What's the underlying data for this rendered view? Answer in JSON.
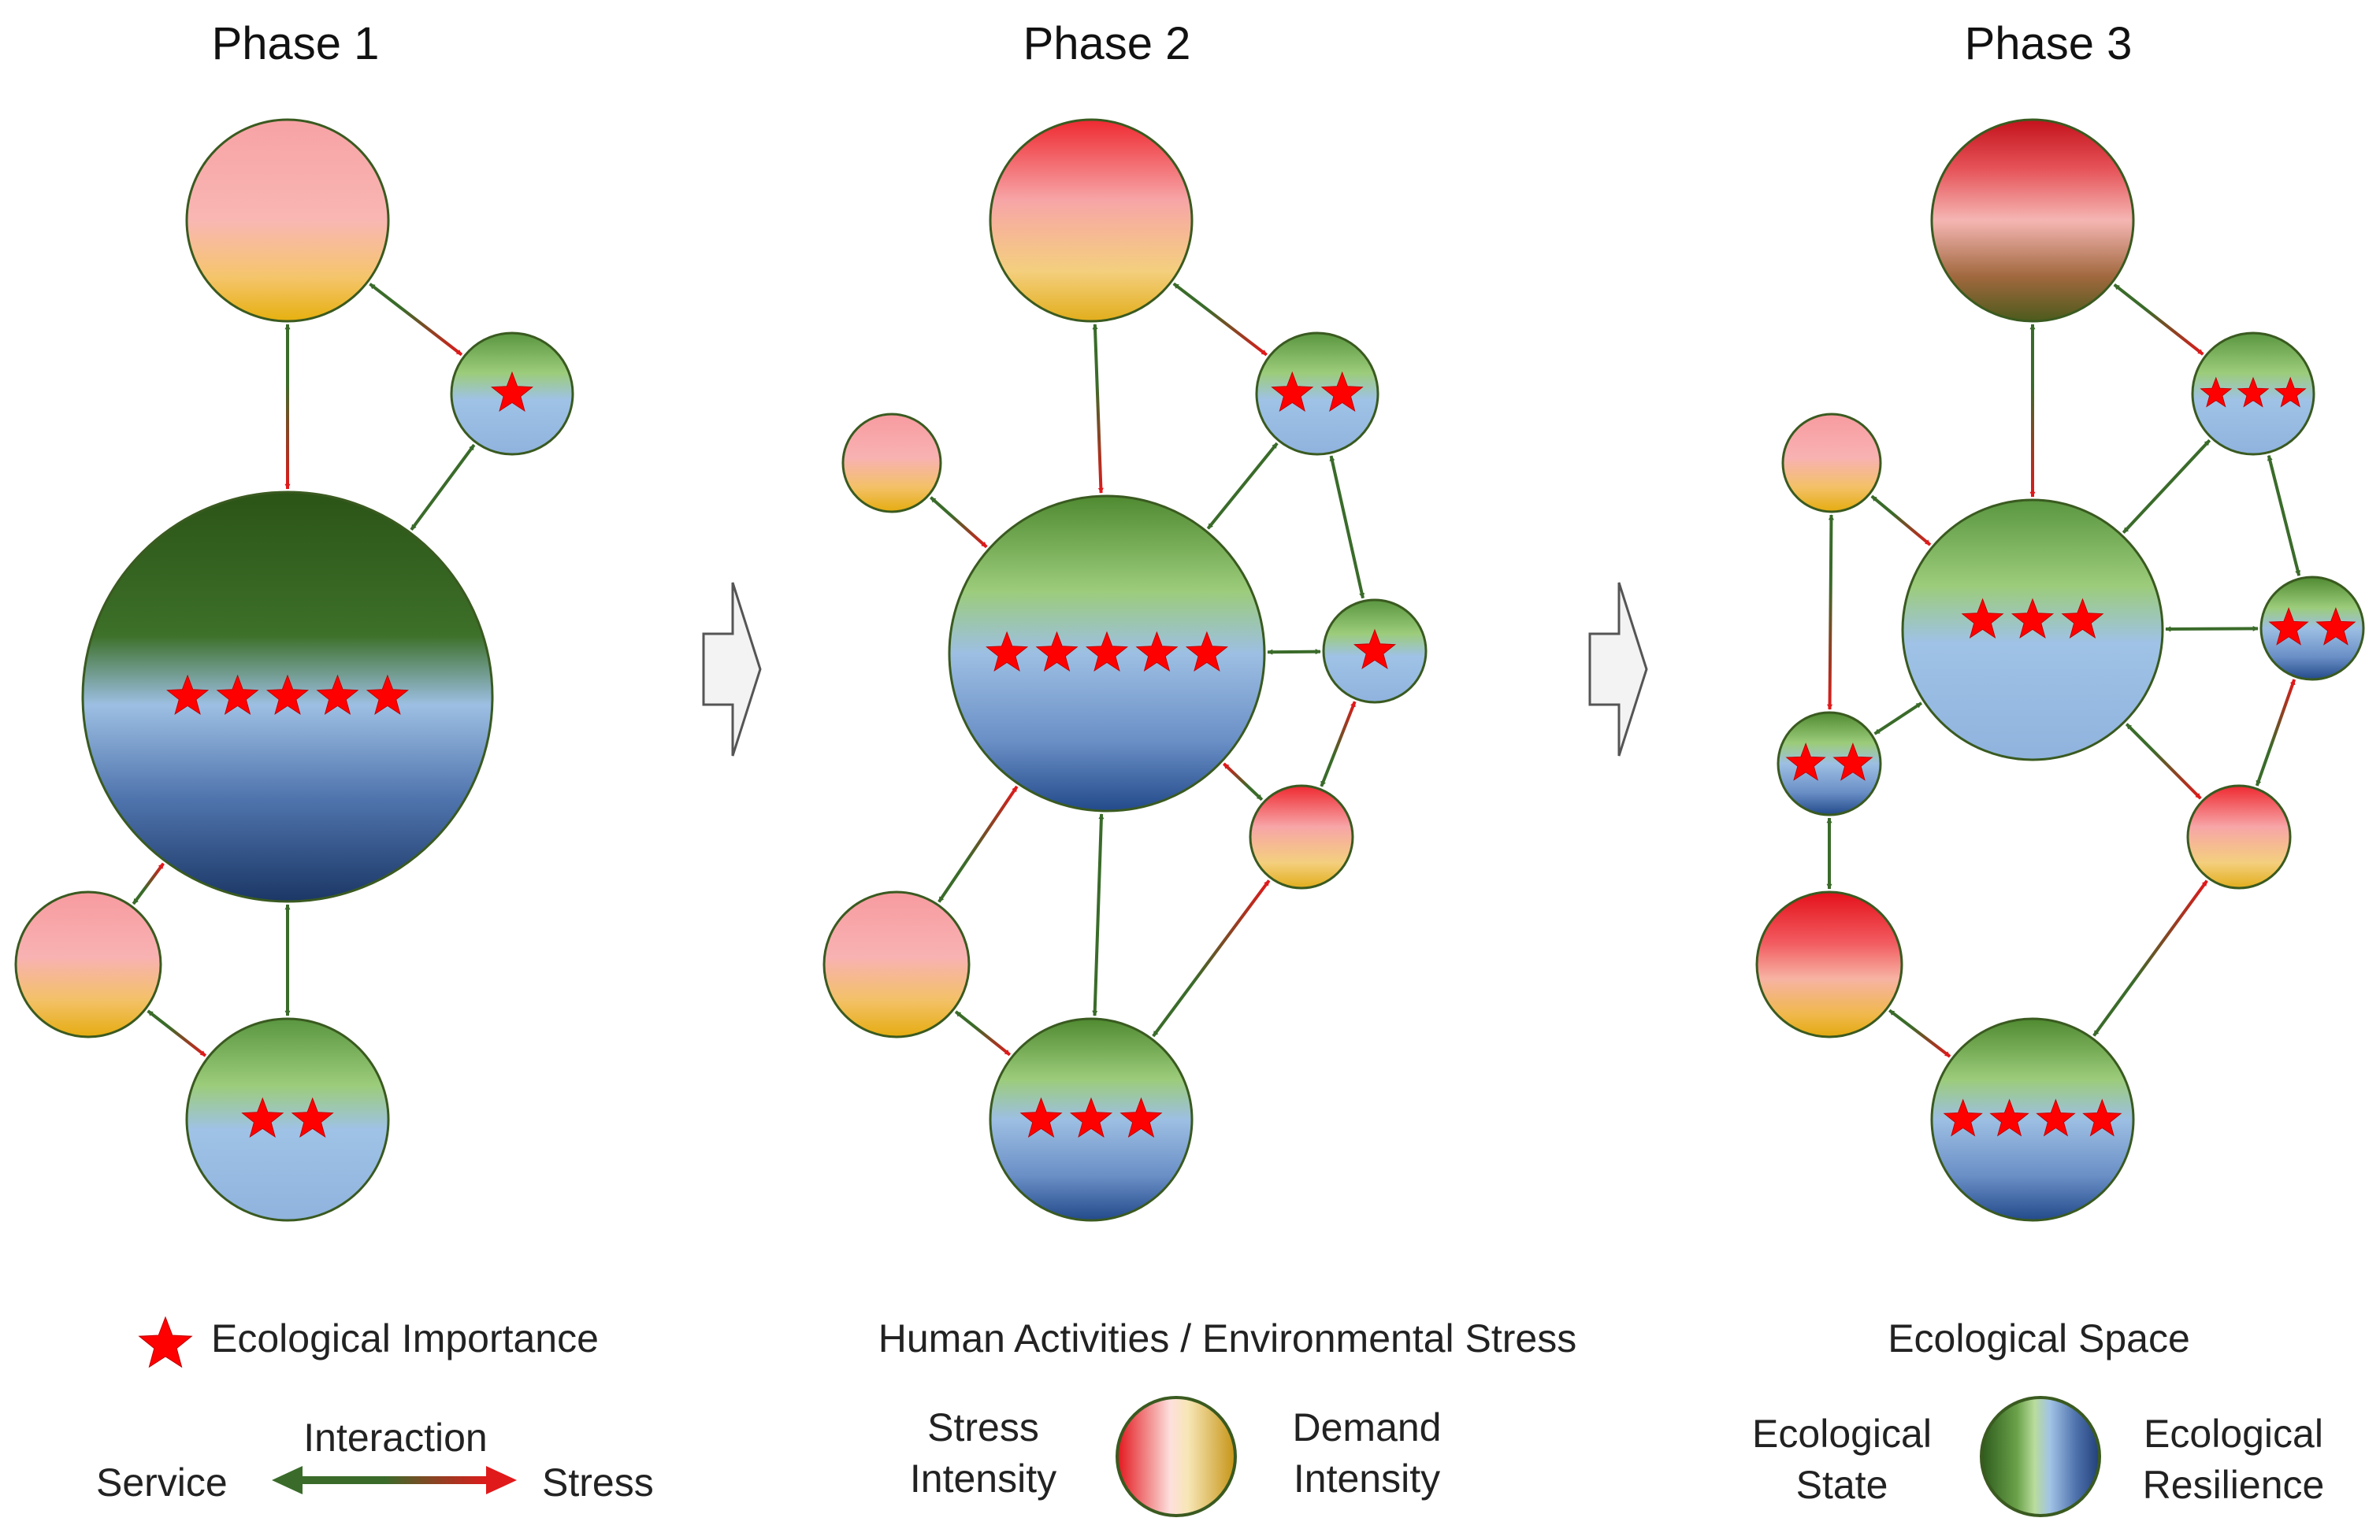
{
  "phases": [
    {
      "title": "Phase 1"
    },
    {
      "title": "Phase 2"
    },
    {
      "title": "Phase 3"
    }
  ],
  "legend": {
    "importance_label": "Ecological Importance",
    "interaction_label": "Interaction",
    "service_label": "Service",
    "stress_label": "Stress",
    "human_title": "Human Activities / Environmental Stress",
    "stress_intensity": [
      "Stress",
      "Intensity"
    ],
    "demand_intensity": [
      "Demand",
      "Intensity"
    ],
    "eco_space_title": "Ecological Space",
    "eco_state": [
      "Ecological",
      "State"
    ],
    "eco_resilience": [
      "Ecological",
      "Resilience"
    ]
  },
  "colors": {
    "service": "#3a6b2a",
    "stress": "#e0191b",
    "eco_green": "#7bb153",
    "eco_blue": "#9dbfe3",
    "eco_navy": "#2b4f8f",
    "human_red": "#e3161c",
    "human_pink": "#f6a3a6",
    "human_gold": "#e9b80b"
  },
  "nodes": [
    {
      "id": "p1_top",
      "kind": "human",
      "stars": 0,
      "fill": "p1_top"
    },
    {
      "id": "p1_sat",
      "kind": "eco",
      "stars": 1,
      "fill": "eco_light"
    },
    {
      "id": "p1_main",
      "kind": "eco",
      "stars": 5,
      "fill": "eco_dark"
    },
    {
      "id": "p1_leftbot",
      "kind": "human",
      "stars": 0,
      "fill": "hum_pink"
    },
    {
      "id": "p1_bot",
      "kind": "eco",
      "stars": 2,
      "fill": "eco_light"
    },
    {
      "id": "p2_top",
      "kind": "human",
      "stars": 0,
      "fill": "hum_redtop"
    },
    {
      "id": "p2_left",
      "kind": "human",
      "stars": 0,
      "fill": "hum_pink"
    },
    {
      "id": "p2_main",
      "kind": "eco",
      "stars": 5,
      "fill": "eco_std"
    },
    {
      "id": "p2_tr",
      "kind": "eco",
      "stars": 2,
      "fill": "eco_light"
    },
    {
      "id": "p2_right",
      "kind": "eco",
      "stars": 1,
      "fill": "eco_light"
    },
    {
      "id": "p2_lr",
      "kind": "human",
      "stars": 0,
      "fill": "hum_redtop"
    },
    {
      "id": "p2_botleft",
      "kind": "human",
      "stars": 0,
      "fill": "hum_pink"
    },
    {
      "id": "p2_bot",
      "kind": "eco",
      "stars": 3,
      "fill": "eco_std"
    },
    {
      "id": "p3_top",
      "kind": "human",
      "stars": 0,
      "fill": "hum_brown"
    },
    {
      "id": "p3_tr",
      "kind": "eco",
      "stars": 3,
      "fill": "eco_light"
    },
    {
      "id": "p3_left",
      "kind": "human",
      "stars": 0,
      "fill": "hum_pink"
    },
    {
      "id": "p3_main",
      "kind": "eco",
      "stars": 3,
      "fill": "eco_light"
    },
    {
      "id": "p3_right",
      "kind": "eco",
      "stars": 2,
      "fill": "eco_std"
    },
    {
      "id": "p3_midleft",
      "kind": "eco",
      "stars": 2,
      "fill": "eco_std"
    },
    {
      "id": "p3_lr",
      "kind": "human",
      "stars": 0,
      "fill": "hum_redtop"
    },
    {
      "id": "p3_botleft",
      "kind": "human",
      "stars": 0,
      "fill": "hum_red"
    },
    {
      "id": "p3_bot",
      "kind": "eco",
      "stars": 4,
      "fill": "eco_std"
    }
  ],
  "edges": [
    {
      "from": "p1_top",
      "to": "p1_main",
      "type": "mixed"
    },
    {
      "from": "p1_top",
      "to": "p1_sat",
      "type": "mixed"
    },
    {
      "from": "p1_sat",
      "to": "p1_main",
      "type": "service"
    },
    {
      "from": "p1_main",
      "to": "p1_bot",
      "type": "service"
    },
    {
      "from": "p1_leftbot",
      "to": "p1_main",
      "type": "mixed"
    },
    {
      "from": "p1_leftbot",
      "to": "p1_bot",
      "type": "mixed"
    },
    {
      "from": "p2_top",
      "to": "p2_main",
      "type": "mixed"
    },
    {
      "from": "p2_top",
      "to": "p2_tr",
      "type": "mixed"
    },
    {
      "from": "p2_left",
      "to": "p2_main",
      "type": "mixed"
    },
    {
      "from": "p2_tr",
      "to": "p2_main",
      "type": "service"
    },
    {
      "from": "p2_tr",
      "to": "p2_right",
      "type": "service"
    },
    {
      "from": "p2_main",
      "to": "p2_right",
      "type": "service"
    },
    {
      "from": "p2_lr",
      "to": "p2_main",
      "type": "mixed"
    },
    {
      "from": "p2_lr",
      "to": "p2_right",
      "type": "mixed"
    },
    {
      "from": "p2_main",
      "to": "p2_bot",
      "type": "service"
    },
    {
      "from": "p2_botleft",
      "to": "p2_main",
      "type": "mixed"
    },
    {
      "from": "p2_botleft",
      "to": "p2_bot",
      "type": "mixed"
    },
    {
      "from": "p2_bot",
      "to": "p2_lr",
      "type": "mixed"
    },
    {
      "from": "p3_top",
      "to": "p3_main",
      "type": "mixed"
    },
    {
      "from": "p3_top",
      "to": "p3_tr",
      "type": "mixed"
    },
    {
      "from": "p3_tr",
      "to": "p3_main",
      "type": "service"
    },
    {
      "from": "p3_tr",
      "to": "p3_right",
      "type": "service"
    },
    {
      "from": "p3_main",
      "to": "p3_right",
      "type": "service"
    },
    {
      "from": "p3_left",
      "to": "p3_main",
      "type": "mixed"
    },
    {
      "from": "p3_left",
      "to": "p3_midleft",
      "type": "mixed"
    },
    {
      "from": "p3_midleft",
      "to": "p3_main",
      "type": "service"
    },
    {
      "from": "p3_main",
      "to": "p3_lr",
      "type": "mixed"
    },
    {
      "from": "p3_lr",
      "to": "p3_right",
      "type": "mixed"
    },
    {
      "from": "p3_midleft",
      "to": "p3_botleft",
      "type": "service"
    },
    {
      "from": "p3_botleft",
      "to": "p3_bot",
      "type": "mixed"
    },
    {
      "from": "p3_bot",
      "to": "p3_lr",
      "type": "mixed"
    }
  ]
}
